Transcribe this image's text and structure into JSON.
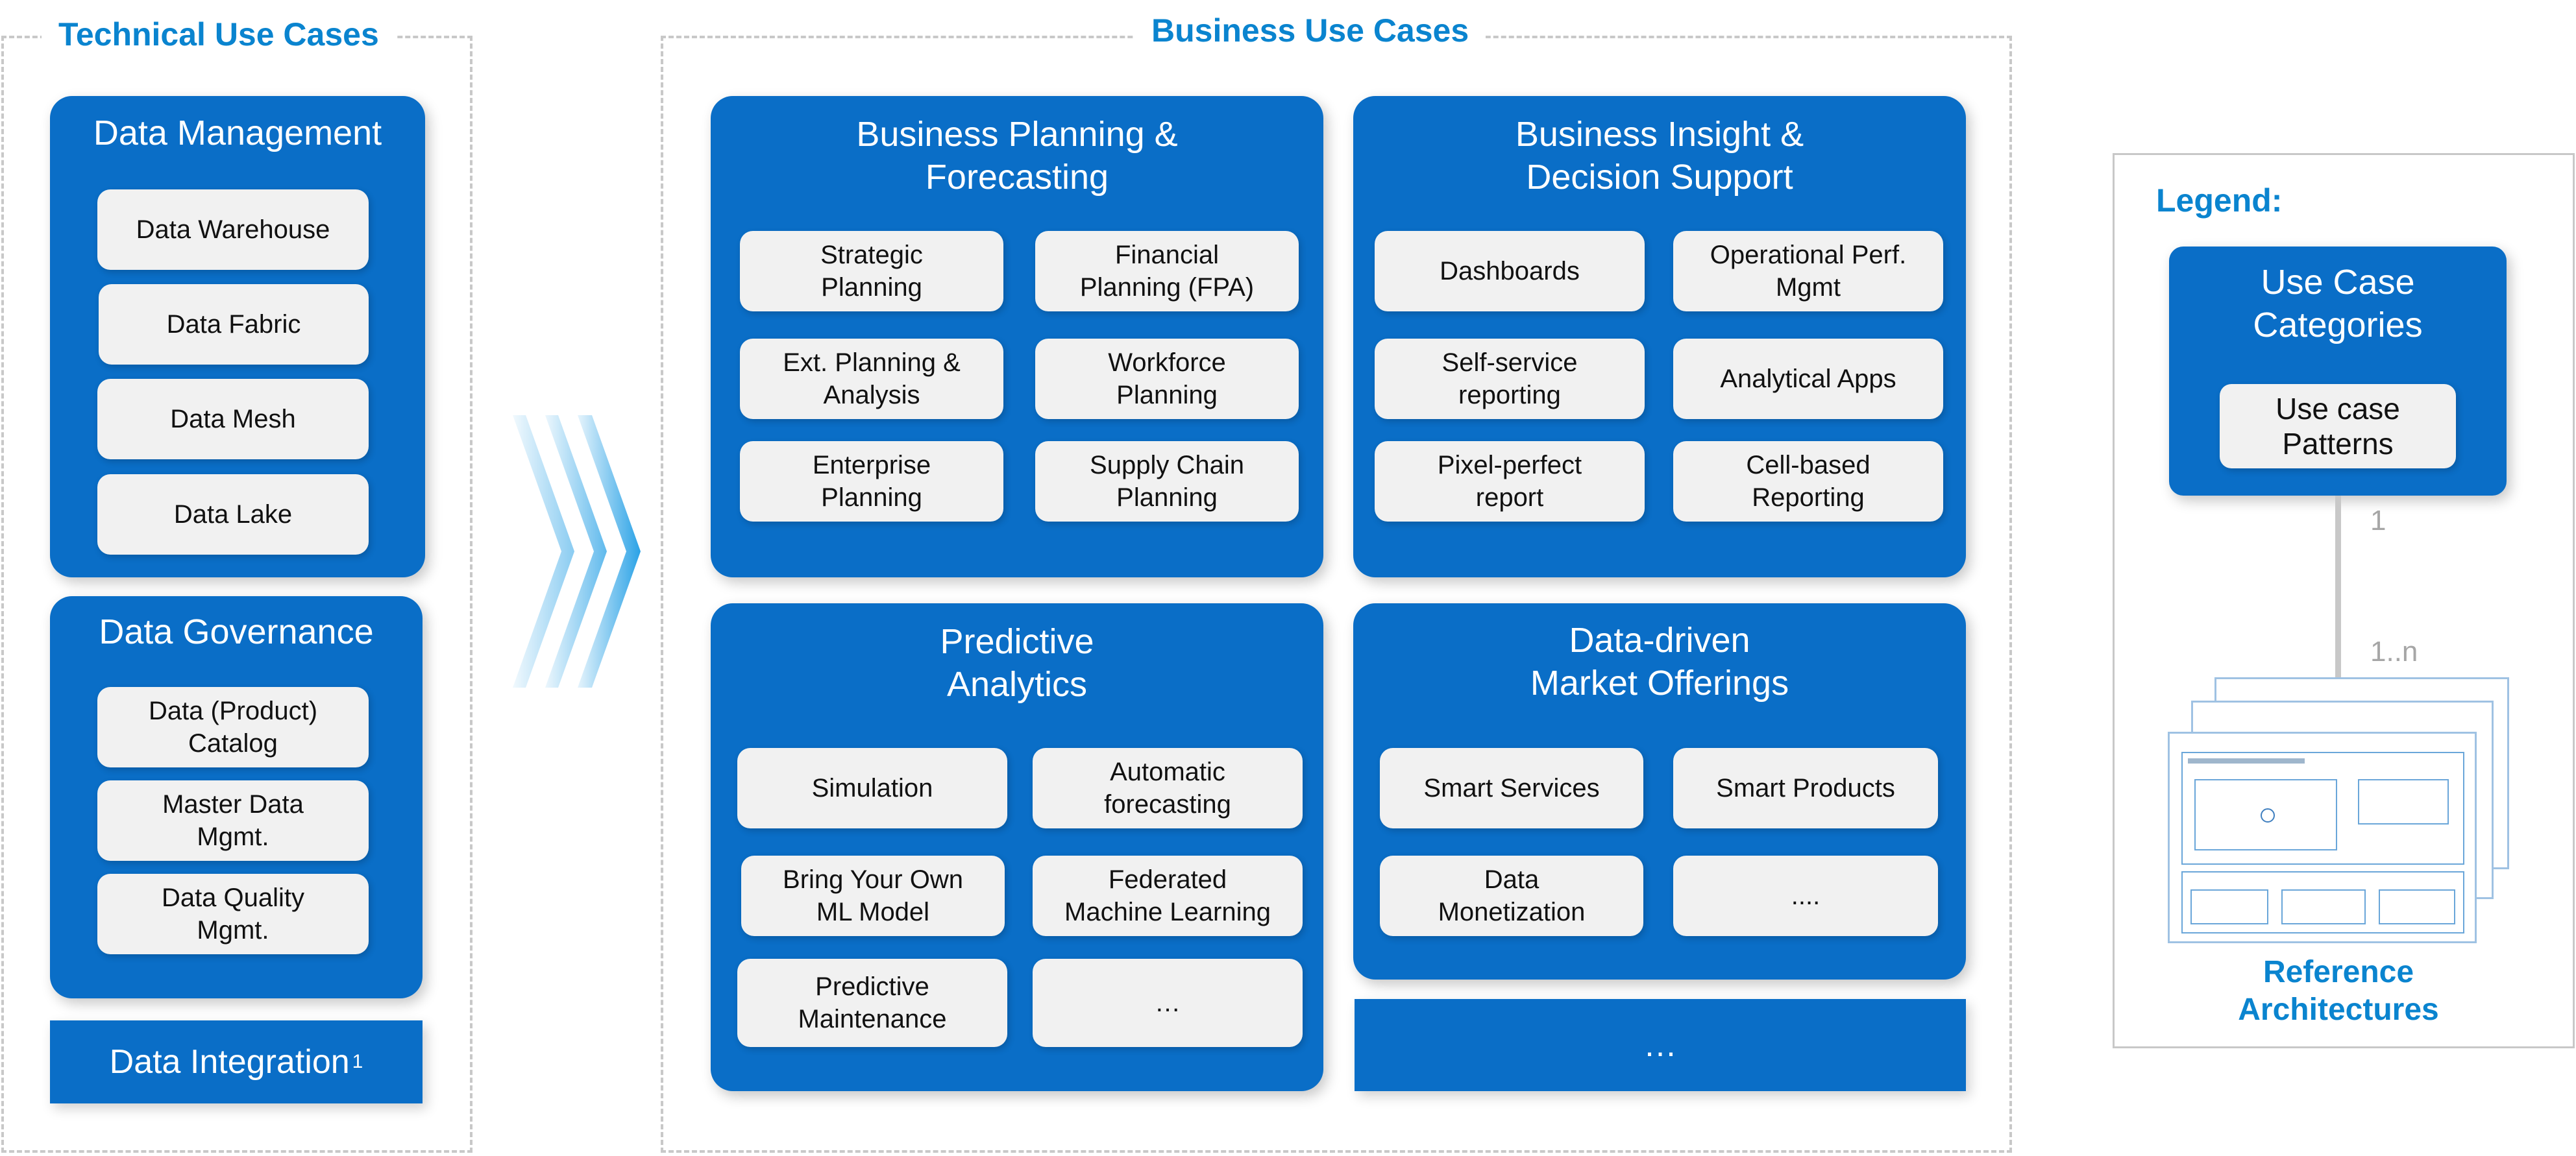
{
  "technical": {
    "title": "Technical Use Cases",
    "data_management": {
      "title": "Data Management",
      "items": [
        "Data Warehouse",
        "Data Fabric",
        "Data Mesh",
        "Data Lake"
      ]
    },
    "data_governance": {
      "title": "Data Governance",
      "items": [
        "Data (Product)\nCatalog",
        "Master Data\nMgmt.",
        "Data Quality\nMgmt."
      ]
    },
    "data_integration": {
      "label": "Data Integration",
      "sup": "1"
    }
  },
  "business": {
    "title": "Business Use Cases",
    "planning": {
      "title": "Business Planning &\nForecasting",
      "items": [
        "Strategic\nPlanning",
        "Financial\nPlanning (FPA)",
        "Ext. Planning &\nAnalysis",
        "Workforce\nPlanning",
        "Enterprise\nPlanning",
        "Supply Chain\nPlanning"
      ]
    },
    "insight": {
      "title": "Business Insight &\nDecision Support",
      "items": [
        "Dashboards",
        "Operational Perf.\nMgmt",
        "Self-service\nreporting",
        "Analytical Apps",
        "Pixel-perfect\nreport",
        "Cell-based\nReporting"
      ]
    },
    "predictive": {
      "title": "Predictive\nAnalytics",
      "items": [
        "Simulation",
        "Automatic\nforecasting",
        "Bring Your Own\nML Model",
        "Federated\nMachine Learning",
        "Predictive\nMaintenance",
        "…"
      ]
    },
    "market": {
      "title": "Data-driven\nMarket Offerings",
      "items": [
        "Smart Services",
        "Smart Products",
        "Data\nMonetization",
        "...."
      ]
    },
    "more": "…"
  },
  "legend": {
    "title": "Legend:",
    "category": "Use Case\nCategories",
    "pattern": "Use case\nPatterns",
    "mult_one": "1",
    "mult_many": "1..n",
    "reference": "Reference\nArchitectures"
  },
  "colors": {
    "panel": "#0a6ec7",
    "title": "#0a84cf",
    "chip": "#f1f1f1"
  }
}
